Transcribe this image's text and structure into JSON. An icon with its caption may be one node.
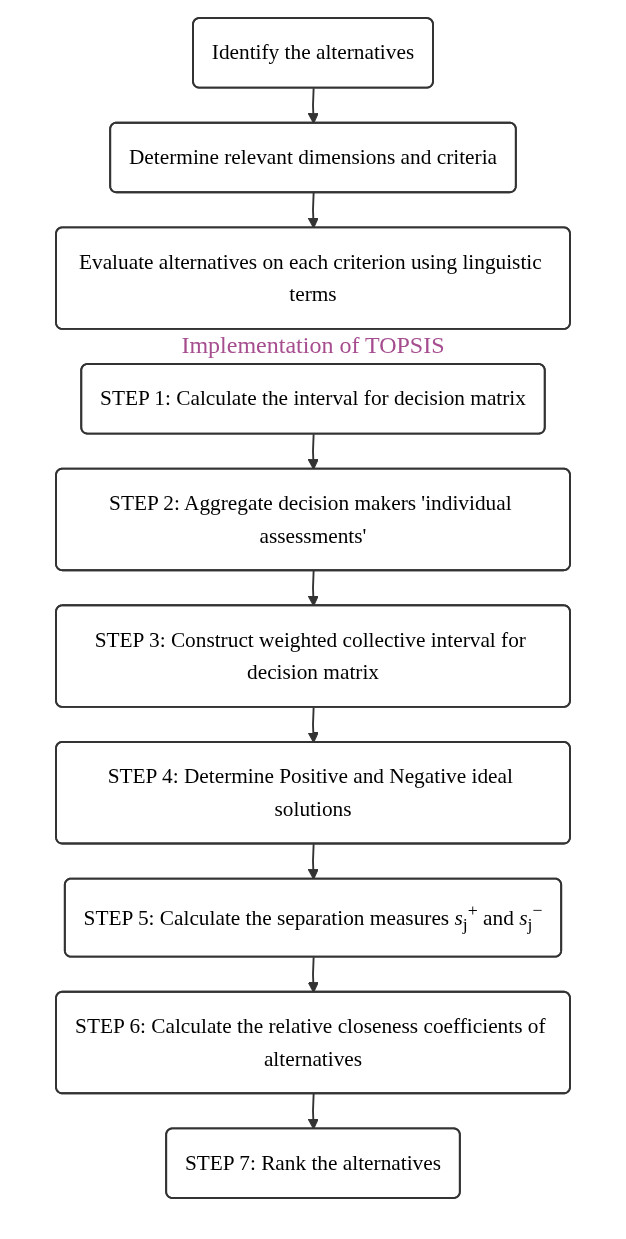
{
  "diagram": {
    "nodes": [
      {
        "text": [
          "Identify the alternatives"
        ]
      },
      {
        "text": [
          "Determine relevant dimensions and criteria"
        ]
      },
      {
        "text": [
          "Evaluate alternatives on each criterion using linguistic terms"
        ]
      },
      {
        "text": [
          "STEP 1: Calculate the interval for decision matrix"
        ]
      },
      {
        "text": [
          "STEP 2: Aggregate decision makers 'individual assessments'"
        ]
      },
      {
        "text": [
          "STEP 3: Construct weighted collective interval for decision matrix"
        ]
      },
      {
        "text": [
          "STEP 4: Determine Positive and Negative ideal solutions"
        ]
      },
      {
        "text": [
          "STEP 5: Calculate the separation measures *s*$_{j}$$^{+}$ and *s*$_{j}$$^{−}$"
        ]
      },
      {
        "text": [
          "STEP 6: Calculate the relative closeness coefficients of alternatives"
        ]
      },
      {
        "text": [
          "STEP 7: Rank the alternatives"
        ]
      }
    ],
    "edges": [
      {
        "from": 0,
        "to": 1,
        "arrow": "to"
      },
      {
        "from": 1,
        "to": 2,
        "arrow": "to"
      },
      {
        "from": 3,
        "to": 4,
        "arrow": "to"
      },
      {
        "from": 4,
        "to": 5,
        "arrow": "to"
      },
      {
        "from": 5,
        "to": 6,
        "arrow": "to"
      },
      {
        "from": 6,
        "to": 7,
        "arrow": "to"
      },
      {
        "from": 7,
        "to": 8,
        "arrow": "to"
      },
      {
        "from": 8,
        "to": 9,
        "arrow": "to"
      }
    ],
    "labels": [
      "Implementation of TOPSIS"
    ]
  }
}
